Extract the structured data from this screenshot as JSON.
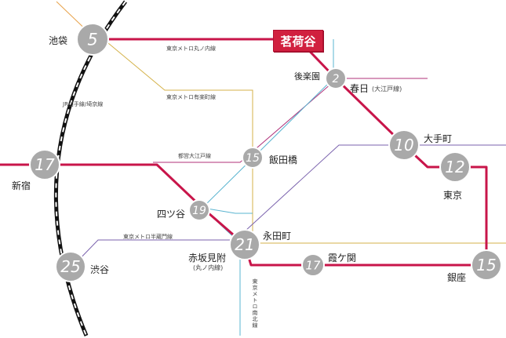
{
  "map": {
    "origin_station": "茗荷谷",
    "stations": [
      {
        "id": "ikebukuro",
        "name": "池袋",
        "minutes": "5"
      },
      {
        "id": "korakuen",
        "name": "後楽園",
        "minutes": "2"
      },
      {
        "id": "kasuga",
        "name": "春日",
        "note": "(大江戸線)"
      },
      {
        "id": "otemachi",
        "name": "大手町",
        "minutes": "10"
      },
      {
        "id": "tokyo",
        "name": "東京",
        "minutes": "12"
      },
      {
        "id": "iidabashi",
        "name": "飯田橋",
        "minutes": "15"
      },
      {
        "id": "shinjuku",
        "name": "新宿",
        "minutes": "17"
      },
      {
        "id": "yotsuya",
        "name": "四ツ谷",
        "minutes": "19"
      },
      {
        "id": "nagatacho",
        "name": "永田町"
      },
      {
        "id": "akasakamitsuke",
        "name": "赤坂見附",
        "note": "(丸ノ内線)",
        "minutes": "21"
      },
      {
        "id": "kasumigaseki",
        "name": "霞ケ関",
        "minutes": "17"
      },
      {
        "id": "ginza",
        "name": "銀座",
        "minutes": "15"
      },
      {
        "id": "shibuya",
        "name": "渋谷",
        "minutes": "25"
      }
    ],
    "lines": {
      "marunouchi": "東京メトロ丸ノ内線",
      "yurakucho": "東京メトロ有楽町線",
      "jr_yamanote": "JR山手線/埼京線",
      "oedo": "都営大江戸線",
      "hanzomon": "東京メトロ半蔵門線",
      "namboku": "東京メトロ南北線"
    },
    "colors": {
      "marunouchi": "#c8154a",
      "yurakucho": "#d4b24a",
      "oedo": "#b0327a",
      "hanzomon": "#7a62ad",
      "namboku": "#5ab4d0",
      "jr_outer": "#e8a24a",
      "rail": "#111111",
      "circle": "#a9a9a9"
    }
  }
}
